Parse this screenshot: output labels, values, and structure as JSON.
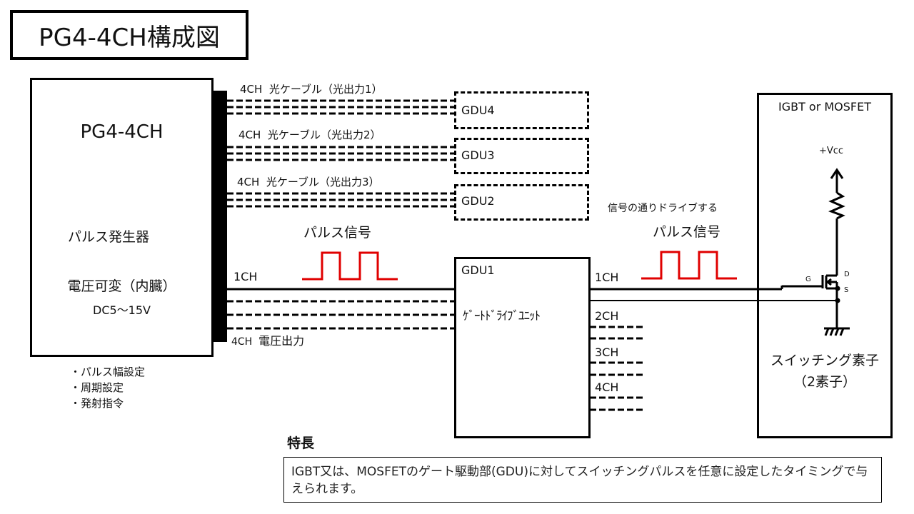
{
  "title": "PG4-4CH構成図",
  "pulse_generator": {
    "name": "PG4-4CH",
    "function": "パルス発生器",
    "voltage": "電圧可変（内臓）",
    "range": "DC5～15V",
    "settings": [
      "・パルス幅設定",
      "・周期設定",
      "・発射指令"
    ]
  },
  "optical_cables": [
    {
      "ch": "4CH",
      "label": "光ケーブル（光出力1）",
      "target": "GDU4"
    },
    {
      "ch": "4CH",
      "label": "光ケーブル（光出力2）",
      "target": "GDU3"
    },
    {
      "ch": "4CH",
      "label": "光ケーブル（光出力3）",
      "target": "GDU2"
    }
  ],
  "voltage_output": {
    "ch_top": "1CH",
    "ch_bottom": "4CH",
    "label": "電圧出力"
  },
  "pulse_signal_left": "パルス信号",
  "gdu1": {
    "name": "GDU1",
    "desc": "ｹﾞｰﾄﾄﾞﾗｲﾌﾞﾕﾆｯﾄ",
    "outputs": [
      "1CH",
      "2CH",
      "3CH",
      "4CH"
    ]
  },
  "drive_note": "信号の通りドライブする",
  "pulse_signal_right": "パルス信号",
  "device": {
    "title": "IGBT or MOSFET",
    "vcc": "+Vcc",
    "pin_g": "G",
    "pin_d": "D",
    "pin_s": "S",
    "name": "スイッチング素子",
    "count": "（2素子）"
  },
  "feature": {
    "heading": "特長",
    "text": "IGBT又は、MOSFETのゲート駆動部(GDU)に対してスイッチングパルスを任意に設定したタイミングで与えられます。"
  },
  "colors": {
    "pulse": "#e00000",
    "line": "#000000"
  }
}
